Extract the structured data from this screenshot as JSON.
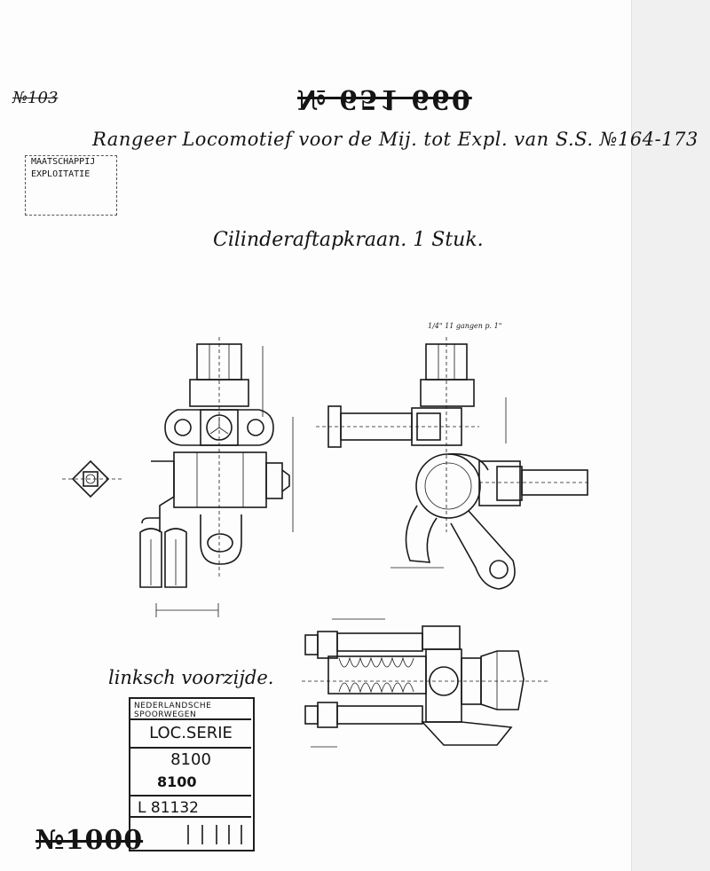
{
  "header": {
    "ref_struck": "№103",
    "drawing_number": "№ 651 660",
    "title": "Rangeer Locomotief voor de Mij. tot Expl. van S.S. №164-173",
    "subtitle": "Cilinderaftapkraan. 1 Stuk."
  },
  "stamp_top": {
    "lines": [
      "MAATSCHAPPIJ",
      "EXPLOITATIE",
      "",
      ""
    ]
  },
  "annotations": {
    "left_note": "linksch voorzijde.",
    "thread_note": "1/4\" 11 gangen p. 1\""
  },
  "stamp_bottom": {
    "org": "NEDERLANDSCHE SPOORWEGEN",
    "series": "LOC.SERIE 8100",
    "mid": "8100",
    "code": "L 81132"
  },
  "footer": {
    "number_struck": "№1000"
  }
}
